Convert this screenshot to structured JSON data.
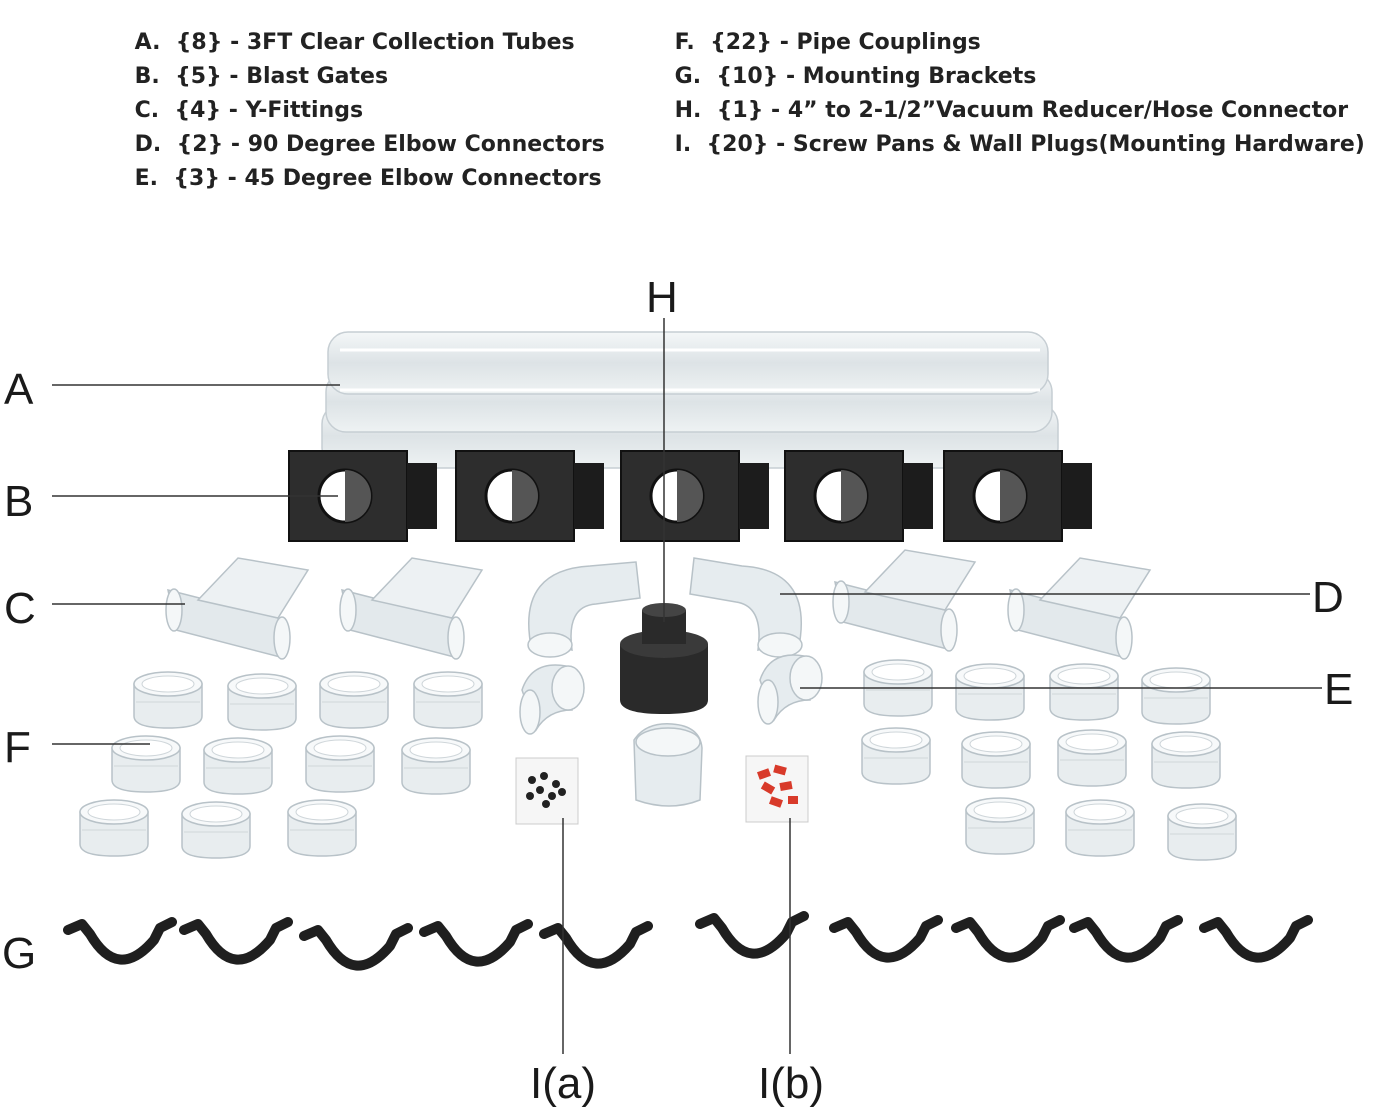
{
  "parts_list": [
    {
      "letter": "A.",
      "qty": "{8}",
      "sep": " - ",
      "desc": "3FT Clear Collection Tubes"
    },
    {
      "letter": "B.",
      "qty": "{5}",
      "sep": " - ",
      "desc": "Blast Gates"
    },
    {
      "letter": "C.",
      "qty": "{4}",
      "sep": " - ",
      "desc": "Y-Fittings"
    },
    {
      "letter": "D.",
      "qty": "{2}",
      "sep": " - ",
      "desc": "90 Degree Elbow Connectors"
    },
    {
      "letter": "E.",
      "qty": "{3}",
      "sep": " - ",
      "desc": "45 Degree Elbow Connectors"
    },
    {
      "letter": "F.",
      "qty": "{22}",
      "sep": " - ",
      "desc": "Pipe Couplings"
    },
    {
      "letter": "G.",
      "qty": "{10}",
      "sep": " - ",
      "desc": "Mounting Brackets"
    },
    {
      "letter": "H.",
      "qty": "{1}",
      "sep": " - ",
      "desc": "4” to 2-1/2”Vacuum Reducer/Hose Connector"
    },
    {
      "letter": "I.",
      "qty": "{20}",
      "sep": " - ",
      "desc": "Screw Pans & Wall Plugs(Mounting Hardware)"
    }
  ],
  "callouts": {
    "a": "A",
    "b": "B",
    "c": "C",
    "d": "D",
    "e": "E",
    "f": "F",
    "g": "G",
    "h": "H",
    "ia": "I(a)",
    "ib": "I(b)"
  },
  "colors": {
    "text": "#222222",
    "leader": "#333333",
    "clear_plastic": "#dfe5e8",
    "clear_edge": "#b8c2c8",
    "black_part": "#2a2a2a",
    "wall_plug_red": "#d83a2a"
  }
}
